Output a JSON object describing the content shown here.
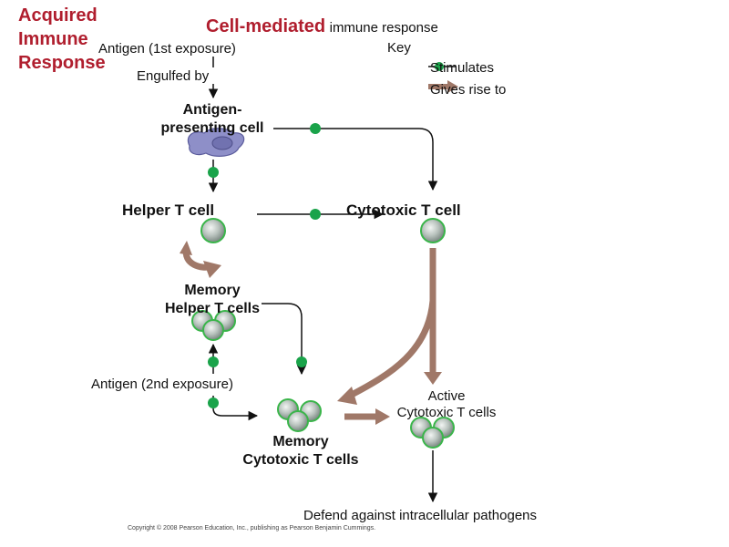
{
  "title_lines": [
    "Acquired",
    "Immune",
    "Response"
  ],
  "subtitle_red": "Cell-mediated",
  "subtitle_black": "immune response",
  "key": {
    "title": "Key",
    "stimulates": "Stimulates",
    "gives_rise_to": "Gives rise to"
  },
  "labels": {
    "antigen_first": "Antigen (1st exposure)",
    "engulfed_by": "Engulfed by",
    "apc_line1": "Antigen-",
    "apc_line2": "presenting cell",
    "helper_t": "Helper T cell",
    "cytotoxic_t": "Cytotoxic T cell",
    "memory_helper_line1": "Memory",
    "memory_helper_line2": "Helper T cells",
    "antigen_second": "Antigen (2nd exposure)",
    "active_line1": "Active",
    "active_line2": "Cytotoxic T cells",
    "memory_cyto_line1": "Memory",
    "memory_cyto_line2": "Cytotoxic T cells",
    "defend": "Defend against intracellular pathogens"
  },
  "copyright": "Copyright © 2008 Pearson Education, Inc., publishing as Pearson Benjamin Cummings.",
  "colors": {
    "title_red": "#b01e2e",
    "stimulate_dot": "#1aa34a",
    "gives_rise_arrow": "#a07868",
    "cell_outline": "#3ab54a",
    "cell_fill": "#b8c2bd",
    "apc": "#8e8fc8"
  }
}
